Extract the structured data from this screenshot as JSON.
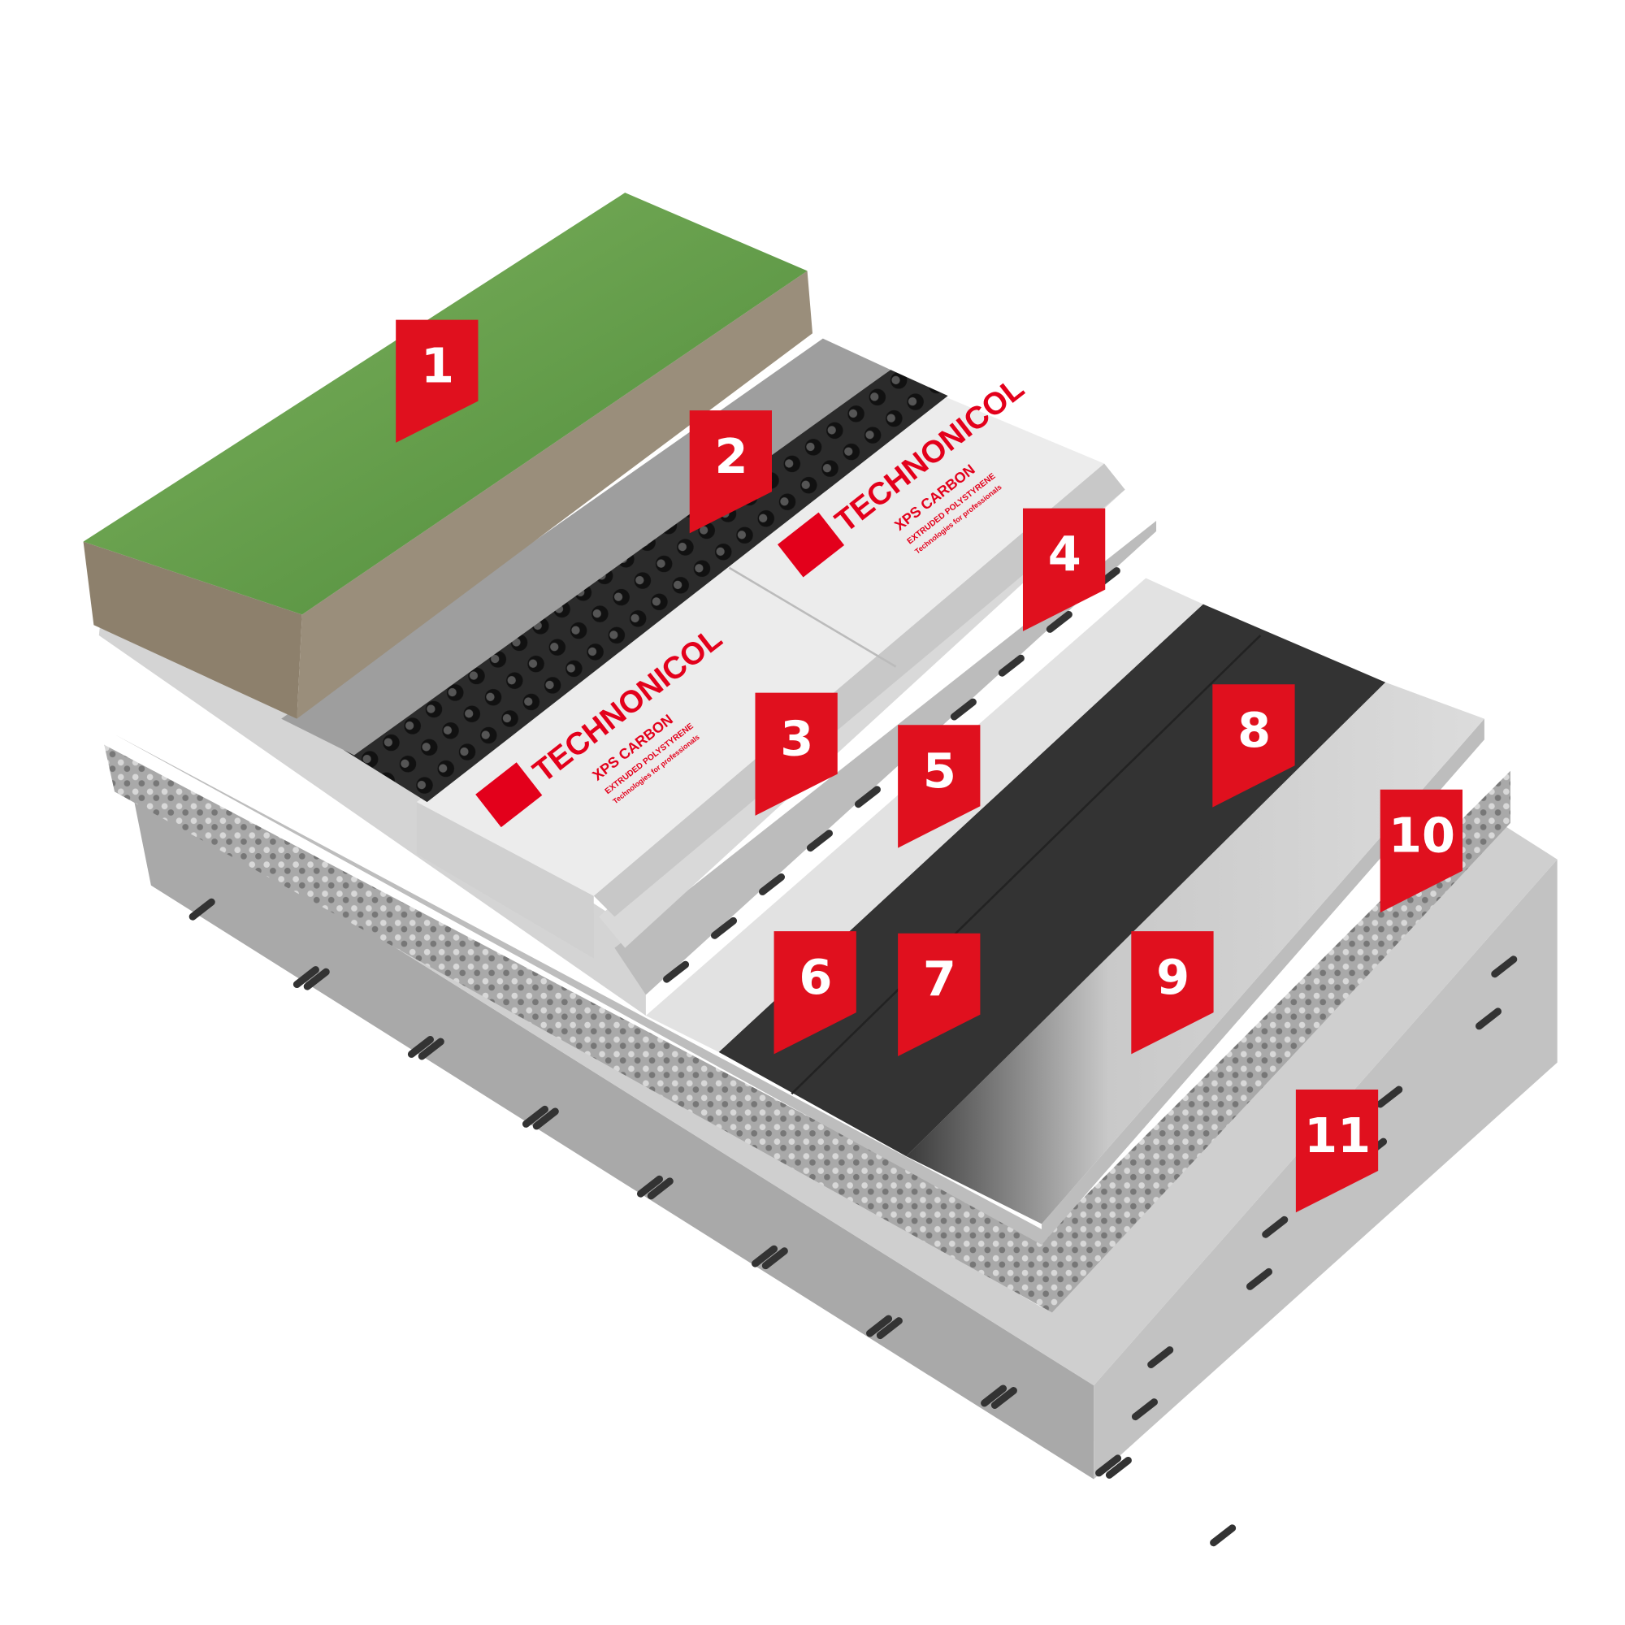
{
  "title": "Green roof layer build-up",
  "colors": {
    "marker": "#e0101e",
    "brand": "#e3001b",
    "grass": "#5f9a44",
    "soil": "#8a7d6a",
    "concrete": "#b9b9b9",
    "bitumen": "#2f2f2f"
  },
  "boards": [
    {
      "brand": "TECHNONICOL",
      "product": "XPS CARBON",
      "subtitle": "EXTRUDED POLYSTYRENE",
      "tagline": "Technologies for professionals",
      "logo": "TN"
    },
    {
      "brand": "TECHNONICOL",
      "product": "XPS CARBON",
      "subtitle": "EXTRUDED POLYSTYRENE",
      "tagline": "Technologies for professionals",
      "logo": "TN"
    }
  ],
  "markers": [
    {
      "label": "1",
      "layer": "grass"
    },
    {
      "label": "2",
      "layer": "geotextile"
    },
    {
      "label": "3",
      "layer": "xps-board"
    },
    {
      "label": "4",
      "layer": "xps-board"
    },
    {
      "label": "5",
      "layer": "geotextile"
    },
    {
      "label": "6",
      "layer": "waterproofing"
    },
    {
      "label": "7",
      "layer": "waterproofing"
    },
    {
      "label": "8",
      "layer": "primer"
    },
    {
      "label": "9",
      "layer": "screed"
    },
    {
      "label": "10",
      "layer": "gravel"
    },
    {
      "label": "11",
      "layer": "concrete-slab"
    }
  ]
}
